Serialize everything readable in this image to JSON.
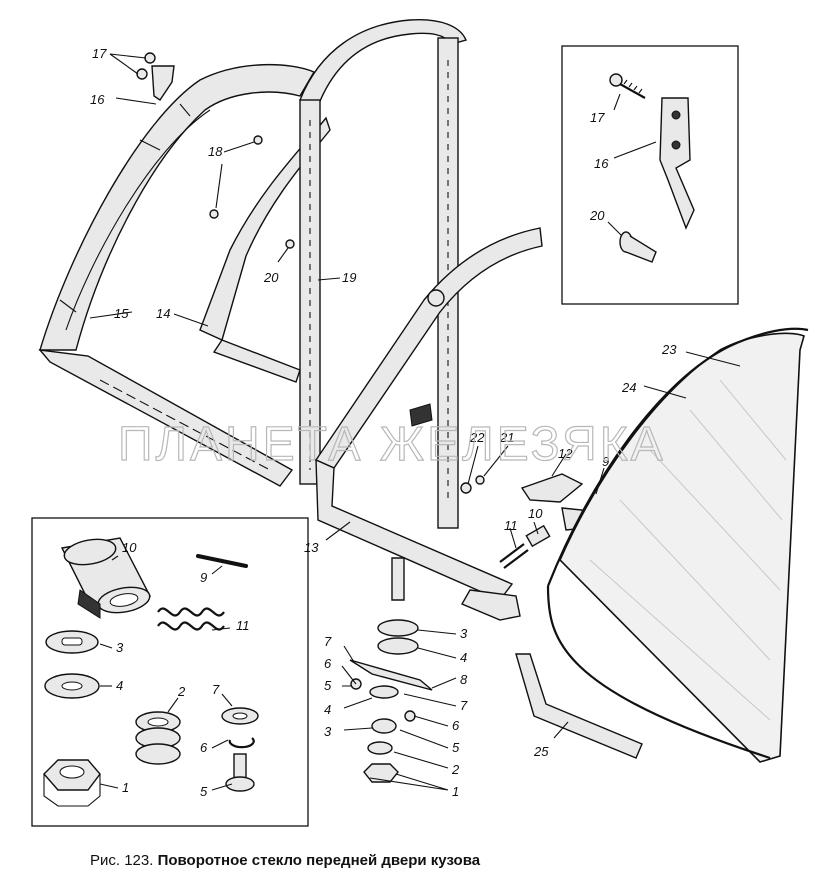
{
  "caption": {
    "figure_number": "Рис. 123.",
    "title": "Поворотное стекло передней двери кузова"
  },
  "watermark": "ПЛАНЕТА ЖЕЛЕЗЯКА",
  "labels": {
    "l17a": "17",
    "l16a": "16",
    "l18": "18",
    "l20a": "20",
    "l19": "19",
    "l15": "15",
    "l14": "14",
    "l13": "13",
    "l22": "22",
    "l21": "21",
    "l12": "12",
    "l9a": "9",
    "l11a": "11",
    "l10a": "10",
    "l17b": "17",
    "l16b": "16",
    "l20b": "20",
    "l23": "23",
    "l24": "24",
    "l25": "25",
    "r3a": "3",
    "r4a": "4",
    "r8": "8",
    "r7a": "7",
    "r6a": "6",
    "r5a": "5",
    "r2": "2",
    "r1": "1",
    "r7b": "7",
    "r6b": "6",
    "r5b": "5",
    "r4b": "4",
    "r3b": "3",
    "d10": "10",
    "d9": "9",
    "d11": "11",
    "d3": "3",
    "d4": "4",
    "d2": "2",
    "d7": "7",
    "d6": "6",
    "d5": "5",
    "d1": "1"
  },
  "colors": {
    "ink": "#111111",
    "paper": "#ffffff",
    "watermark": "#b8b8b8"
  }
}
